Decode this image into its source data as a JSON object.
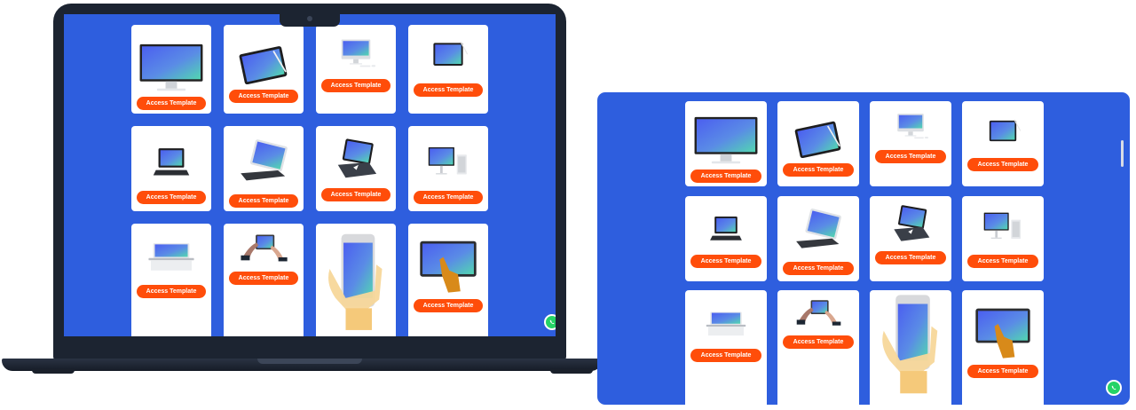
{
  "colors": {
    "accent": "#ff4d0a",
    "screen_bg": "#2e5ede",
    "card_bg": "#ffffff",
    "whatsapp": "#25d366"
  },
  "cta_label": "Access Template",
  "devices": [
    {
      "name": "laptop",
      "chat_icon": "whatsapp-icon"
    },
    {
      "name": "tablet",
      "chat_icon": "whatsapp-icon"
    }
  ],
  "templates": [
    {
      "mockup": "imac-monitor",
      "cta": "Access Template"
    },
    {
      "mockup": "ipad-tilted-pencil",
      "cta": "Access Template"
    },
    {
      "mockup": "imac-keyboard-mouse",
      "cta": "Access Template"
    },
    {
      "mockup": "ipad-pencil",
      "cta": "Access Template"
    },
    {
      "mockup": "ipad-magic-keyboard",
      "cta": "Access Template"
    },
    {
      "mockup": "ipad-keyboard-angle",
      "cta": "Access Template"
    },
    {
      "mockup": "ipad-folio-keyboard",
      "cta": "Access Template"
    },
    {
      "mockup": "monitor-mac-pro",
      "cta": "Access Template"
    },
    {
      "mockup": "laptop-front",
      "cta": "Access Template"
    },
    {
      "mockup": "tablet-in-hands",
      "cta": "Access Template"
    },
    {
      "mockup": "phone-in-hand",
      "cta": ""
    },
    {
      "mockup": "tablet-touch",
      "cta": "Access Template"
    }
  ]
}
